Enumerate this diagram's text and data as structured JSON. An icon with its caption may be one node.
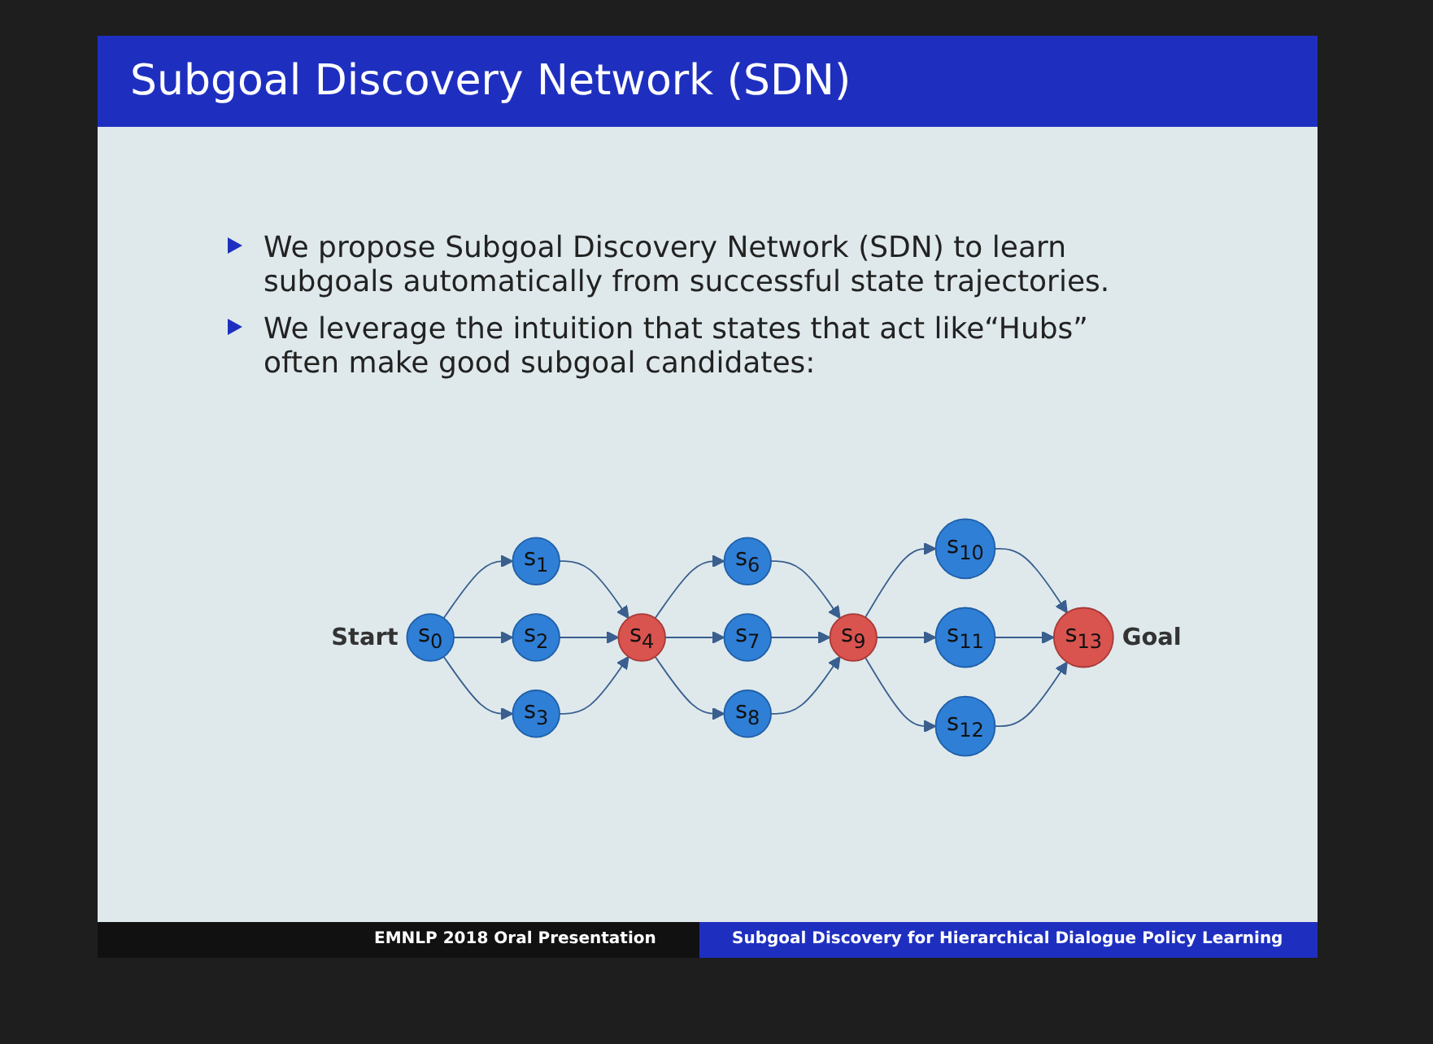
{
  "diagram": {
    "title": "Subgoal Discovery Network (SDN)",
    "nodes": [
      {
        "text": [
          "s$_{0}$"
        ],
        "beside": [
          "Start"
        ]
      },
      {
        "text": [
          "s$_{1}$"
        ]
      },
      {
        "text": [
          "s$_{2}$"
        ]
      },
      {
        "text": [
          "s$_{3}$"
        ]
      },
      {
        "text": [
          "s$_{4}$"
        ]
      },
      {
        "text": [
          "s$_{6}$"
        ]
      },
      {
        "text": [
          "s$_{7}$"
        ]
      },
      {
        "text": [
          "s$_{8}$"
        ]
      },
      {
        "text": [
          "s$_{9}$"
        ]
      },
      {
        "text": [
          "s$_{10}$"
        ]
      },
      {
        "text": [
          "s$_{11}$"
        ]
      },
      {
        "text": [
          "s$_{12}$"
        ]
      },
      {
        "text": [
          "s$_{13}$"
        ],
        "beside": [
          "Goal"
        ]
      }
    ],
    "edges": [
      {
        "from": 0,
        "to": 1,
        "arrow": "to"
      },
      {
        "from": 0,
        "to": 2,
        "arrow": "to"
      },
      {
        "from": 0,
        "to": 3,
        "arrow": "to"
      },
      {
        "from": 1,
        "to": 4,
        "arrow": "to"
      },
      {
        "from": 2,
        "to": 4,
        "arrow": "to"
      },
      {
        "from": 3,
        "to": 4,
        "arrow": "to"
      },
      {
        "from": 4,
        "to": 5,
        "arrow": "to"
      },
      {
        "from": 4,
        "to": 6,
        "arrow": "to"
      },
      {
        "from": 4,
        "to": 7,
        "arrow": "to"
      },
      {
        "from": 5,
        "to": 8,
        "arrow": "to"
      },
      {
        "from": 6,
        "to": 8,
        "arrow": "to"
      },
      {
        "from": 7,
        "to": 8,
        "arrow": "to"
      },
      {
        "from": 8,
        "to": 9,
        "arrow": "to"
      },
      {
        "from": 8,
        "to": 10,
        "arrow": "to"
      },
      {
        "from": 8,
        "to": 11,
        "arrow": "to"
      },
      {
        "from": 9,
        "to": 12,
        "arrow": "to"
      },
      {
        "from": 10,
        "to": 12,
        "arrow": "to"
      },
      {
        "from": 11,
        "to": 12,
        "arrow": "to"
      }
    ],
    "labels": [
      "We propose Subgoal Discovery Network (SDN) to learn subgoals automatically from successful state trajectories.",
      "We leverage the intuition that states that act like“Hubs” often make good subgoal candidates:",
      "EMNLP 2018 Oral Presentation",
      "Subgoal Discovery for Hierarchical Dialogue Policy Learning"
    ]
  }
}
